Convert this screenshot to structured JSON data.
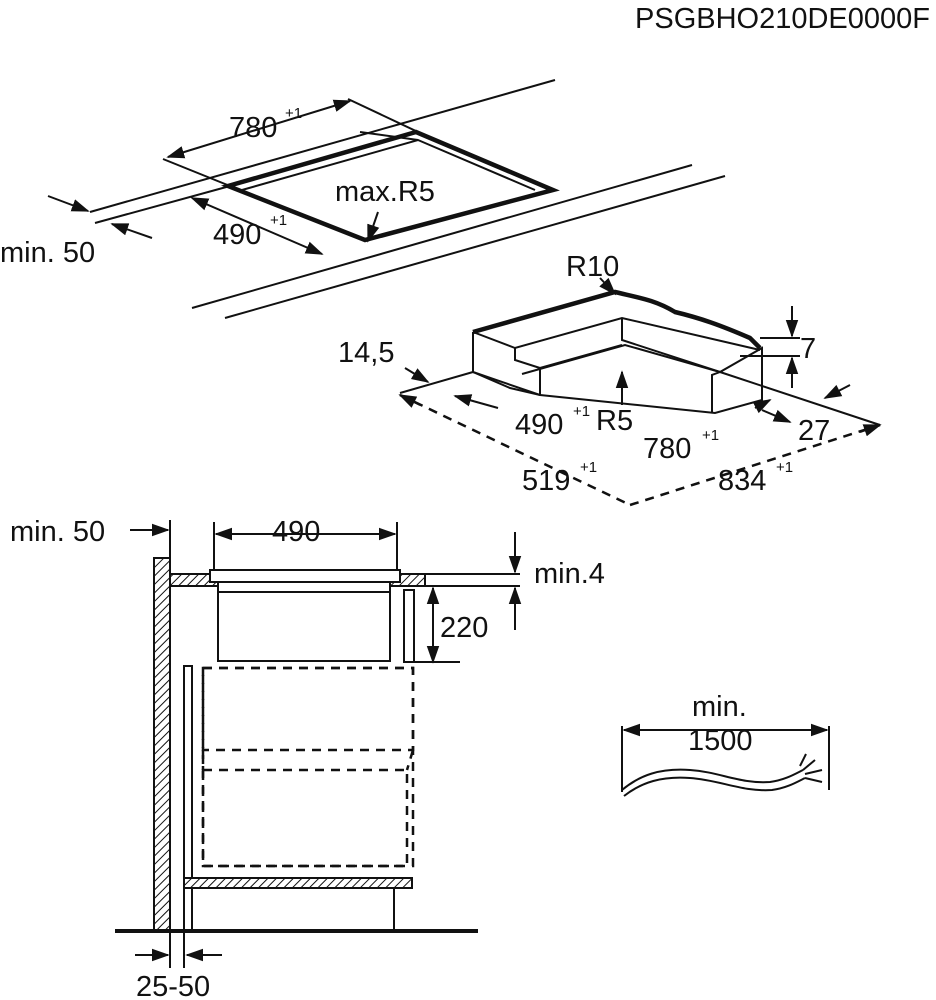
{
  "document_code": "PSGBHO210DE0000F",
  "cutout_view": {
    "width_label": "780",
    "width_tolerance": "+1",
    "depth_label": "490",
    "depth_tolerance": "+1",
    "corner_radius_label": "max.R5",
    "edge_distance_label": "min. 50"
  },
  "frame_view": {
    "outer_radius_label": "R10",
    "inner_radius_label": "R5",
    "frame_width_label": "14,5",
    "frame_height_label": "7",
    "rebate_label": "27",
    "inner_depth_label": "490",
    "inner_depth_tolerance": "+1",
    "inner_width_label": "780",
    "inner_width_tolerance": "+1",
    "outer_depth_label": "519",
    "outer_depth_tolerance": "+1",
    "outer_width_label": "834",
    "outer_width_tolerance": "+1"
  },
  "section_view": {
    "wall_distance_label": "min. 50",
    "depth_label": "490",
    "clearance_label": "min.4",
    "height_label": "220",
    "back_gap_label": "25-50"
  },
  "cable_view": {
    "min_label": "min.",
    "length_label": "1500"
  }
}
